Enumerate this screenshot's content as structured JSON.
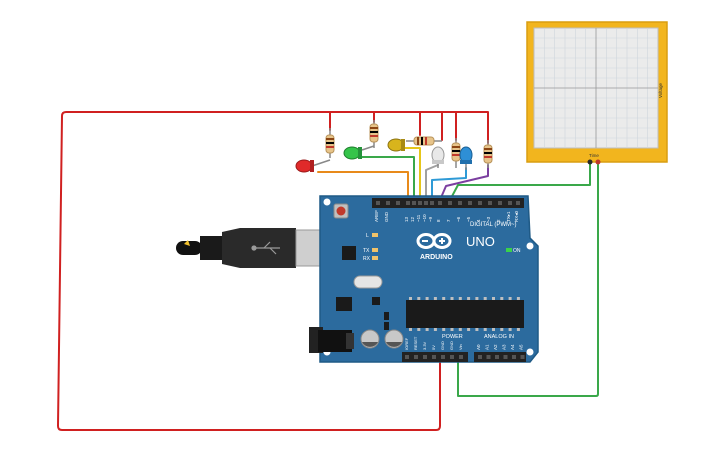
{
  "board": {
    "logo_text": "UNO",
    "brand_text": "ARDUINO",
    "on_label": "ON",
    "l_label": "L",
    "tx_label": "TX",
    "rx_label": "RX",
    "digital_label": "DIGITAL (PWM~)",
    "aref_label": "AREF",
    "gnd_label": "GND",
    "power_label": "POWER",
    "analog_label": "ANALOG IN",
    "digital_pins": [
      "13",
      "12",
      "~11",
      "~10",
      "~9",
      "8",
      "7",
      "~6",
      "~5",
      "4",
      "~3",
      "2",
      "TX▸1",
      "RX◂0"
    ],
    "power_pins": [
      "IOREF",
      "RESET",
      "3.3V",
      "5V",
      "GND",
      "GND",
      "Vin"
    ],
    "analog_pins": [
      "A0",
      "A1",
      "A2",
      "A3",
      "A4",
      "A5"
    ]
  },
  "oscilloscope": {
    "time_label": "Time",
    "voltage_label": "Voltage"
  },
  "colors": {
    "board": "#2c6b9e",
    "wire_red": "#d02020",
    "wire_green": "#3aa84a",
    "wire_orange": "#e88a1a",
    "wire_yellow": "#e6c619",
    "wire_purple": "#7b3fa0",
    "wire_blue": "#2e9ad6",
    "scope_frame": "#f2b51e"
  },
  "components": {
    "leds": [
      "red-led",
      "green-led",
      "yellow-led",
      "white-led",
      "blue-led"
    ],
    "resistor_count": 5
  }
}
